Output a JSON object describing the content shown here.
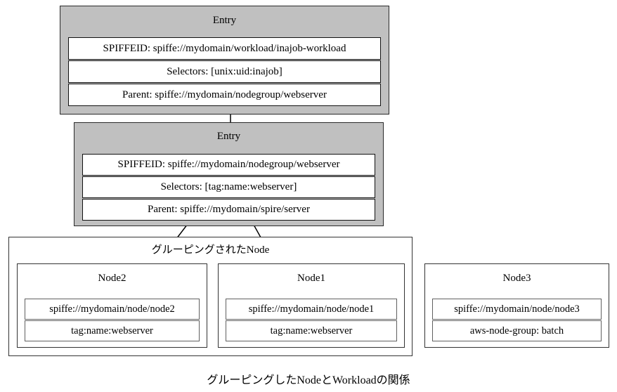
{
  "diagram": {
    "caption": "グルーピングしたNodeとWorkloadの関係",
    "colors": {
      "cluster_fill": "#c0c0c0",
      "cluster_border": "#2a2a2a",
      "box_border": "#333333",
      "row_border": "#111111",
      "node_row_border": "#606060",
      "edge": "#000000",
      "background": "#ffffff"
    },
    "entries": [
      {
        "title": "Entry",
        "rows": [
          "SPIFFEID: spiffe://mydomain/workload/inajob-workload",
          "Selectors: [unix:uid:inajob]",
          "Parent: spiffe://mydomain/nodegroup/webserver"
        ]
      },
      {
        "title": "Entry",
        "rows": [
          "SPIFFEID: spiffe://mydomain/nodegroup/webserver",
          "Selectors: [tag:name:webserver]",
          "Parent: spiffe://mydomain/spire/server"
        ]
      }
    ],
    "grouped_nodes": {
      "title": "グルーピングされたNode",
      "nodes": [
        {
          "title": "Node2",
          "rows": [
            "spiffe://mydomain/node/node2",
            "tag:name:webserver"
          ]
        },
        {
          "title": "Node1",
          "rows": [
            "spiffe://mydomain/node/node1",
            "tag:name:webserver"
          ]
        }
      ]
    },
    "ungrouped_node": {
      "title": "Node3",
      "rows": [
        "spiffe://mydomain/node/node3",
        "aws-node-group: batch"
      ]
    },
    "edges": [
      {
        "name": "workload-entry-to-nodegroup-entry",
        "from": "entry-1",
        "to": "entry-2"
      },
      {
        "name": "nodegroup-entry-to-node2",
        "from": "entry-2",
        "to": "node2"
      },
      {
        "name": "nodegroup-entry-to-node1",
        "from": "entry-2",
        "to": "node1"
      }
    ]
  }
}
